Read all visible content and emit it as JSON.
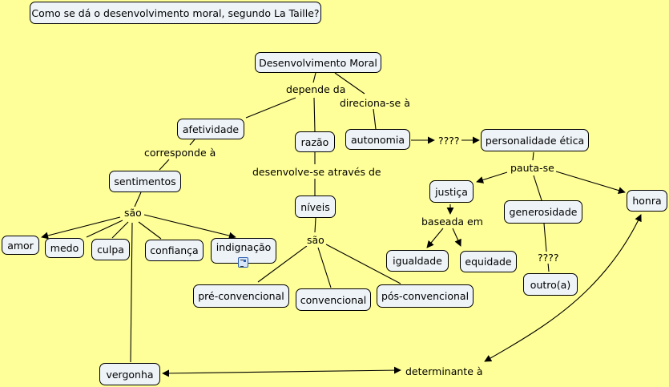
{
  "question": "Como se dá o desenvolvimento moral, segundo La Taille?",
  "concepts": {
    "desenvolvimento_moral": "Desenvolvimento Moral",
    "afetividade": "afetividade",
    "razao": "razão",
    "autonomia": "autonomia",
    "personalidade_etica": "personalidade ética",
    "sentimentos": "sentimentos",
    "niveis": "níveis",
    "justica": "justiça",
    "generosidade": "generosidade",
    "honra": "honra",
    "amor": "amor",
    "medo": "medo",
    "culpa": "culpa",
    "confianca": "confiança",
    "indignacao": "indignação",
    "igualdade": "igualdade",
    "equidade": "equidade",
    "outro": "outro(a)",
    "pre_convencional": "pré-convencional",
    "convencional": "convencional",
    "pos_convencional": "pós-convencional",
    "vergonha": "vergonha"
  },
  "linking_phrases": {
    "depende_da": "depende da",
    "direciona_se": "direciona-se à",
    "corresponde": "corresponde à",
    "desenvolve_se": "desenvolve-se através de",
    "sao_sentimentos": "são",
    "sao_niveis": "são",
    "interrogacao1": "????",
    "pauta_se": "pauta-se",
    "baseada_em": "baseada em",
    "interrogacao2": "????",
    "determinante": "determinante à"
  },
  "icons": {
    "indignacao_resource": "document-resource-icon"
  },
  "colors": {
    "background": "#ffff99",
    "node_fill": "#eef3f8",
    "line": "#000000"
  }
}
